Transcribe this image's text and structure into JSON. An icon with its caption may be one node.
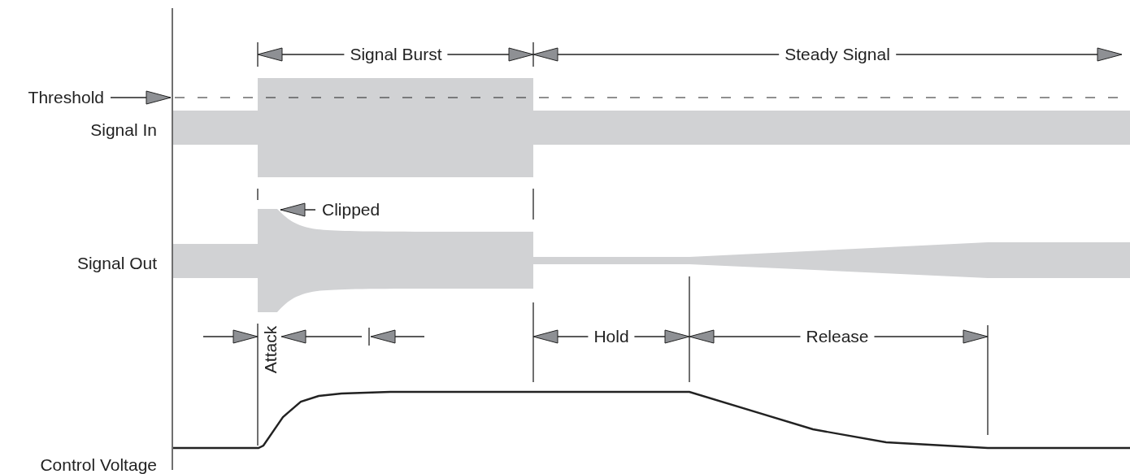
{
  "diagram": {
    "nodes": [
      {
        "text": [
          "Threshold"
        ]
      },
      {
        "text": [
          "Clipped"
        ]
      }
    ],
    "edges": [
      {
        "from": 0,
        "to": null,
        "arrow": "to"
      },
      {
        "from": 1,
        "to": null,
        "arrow": "to"
      }
    ],
    "labels": [
      "Signal Burst",
      "Steady Signal",
      "Signal In",
      "Signal Out",
      "Attack",
      "Hold",
      "Release",
      "Control Voltage"
    ]
  }
}
